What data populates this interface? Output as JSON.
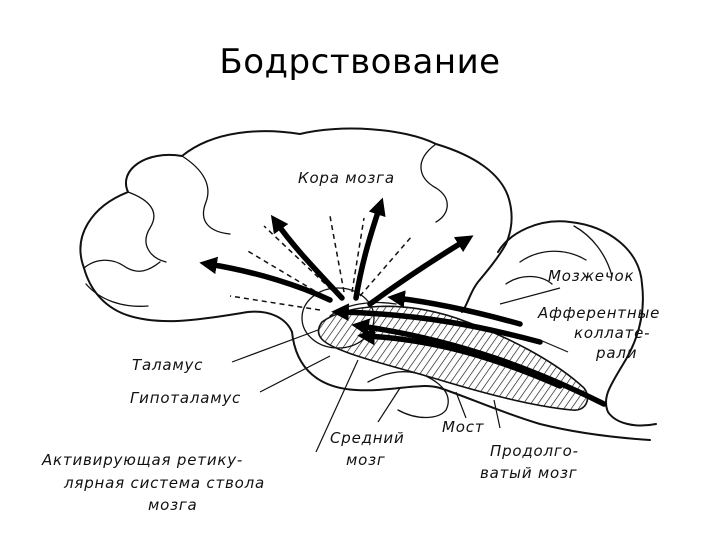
{
  "slide": {
    "title": "Бодрствование"
  },
  "diagram": {
    "labels": {
      "cortex": "Кора мозга",
      "cerebellum": "Мозжечок",
      "afferent_1": "Афферентные",
      "afferent_2": "коллате-",
      "afferent_3": "рали",
      "thalamus": "Таламус",
      "hypothalamus": "Гипоталамус",
      "reticular_1": "Активирующая ретику-",
      "reticular_2": "лярная система ствола",
      "reticular_3": "мозга",
      "midbrain_1": "Средний",
      "midbrain_2": "мозг",
      "pons": "Мост",
      "medulla_1": "Продолго-",
      "medulla_2": "ватый мозг"
    },
    "line_color": "#111111",
    "background": "#ffffff"
  }
}
